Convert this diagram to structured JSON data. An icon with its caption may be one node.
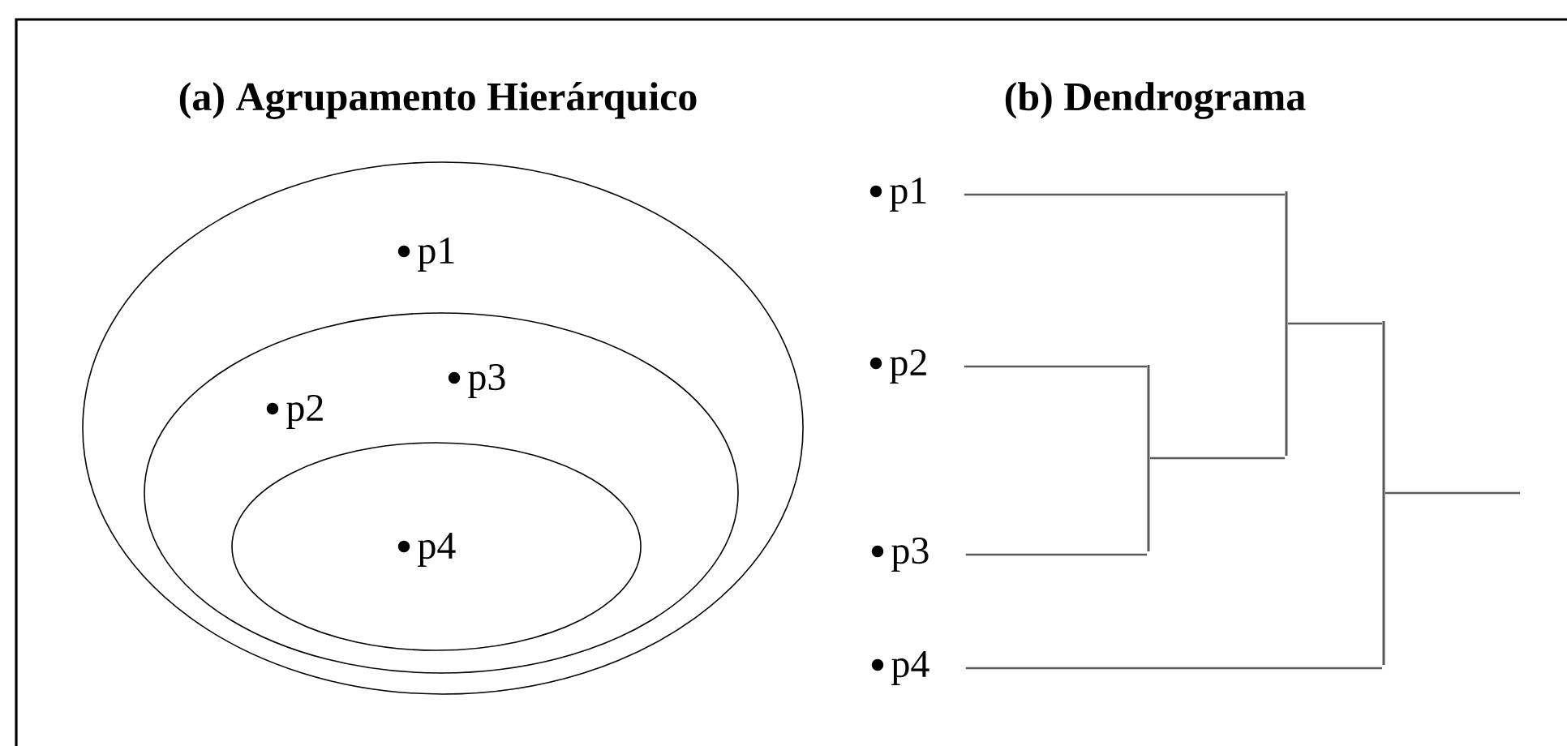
{
  "diagram": {
    "nodes": [
      {
        "text": [],
        "shape": "ellipse"
      },
      {
        "text": [
          "p1"
        ],
        "in": 0
      },
      {
        "text": [],
        "shape": "ellipse",
        "in": 0
      },
      {
        "text": [
          "p2"
        ],
        "in": 2
      },
      {
        "text": [
          "p3"
        ],
        "in": 2
      },
      {
        "text": [],
        "shape": "ellipse",
        "in": 2
      },
      {
        "text": [
          "p4"
        ],
        "in": 5
      },
      {
        "text": [
          "p1"
        ]
      },
      {
        "text": [
          "p2"
        ]
      },
      {
        "text": [
          "p3"
        ]
      },
      {
        "text": [
          "p4"
        ]
      },
      {
        "text": [],
        "shape": "bar"
      },
      {
        "text": [],
        "shape": "bar"
      },
      {
        "text": [],
        "shape": "bar"
      }
    ],
    "edges": [
      {
        "from": 7,
        "to": 12,
        "arrow": "none"
      },
      {
        "from": 8,
        "to": 11,
        "arrow": "none"
      },
      {
        "from": 9,
        "to": 11,
        "arrow": "none"
      },
      {
        "from": 11,
        "to": 12,
        "arrow": "none"
      },
      {
        "from": 12,
        "to": 13,
        "arrow": "none"
      },
      {
        "from": 10,
        "to": 13,
        "arrow": "none"
      },
      {
        "from": 13,
        "to": null,
        "arrow": "none"
      }
    ],
    "labels": [
      "(a) Agrupamento Hierárquico",
      "(b) Dendrograma"
    ]
  }
}
